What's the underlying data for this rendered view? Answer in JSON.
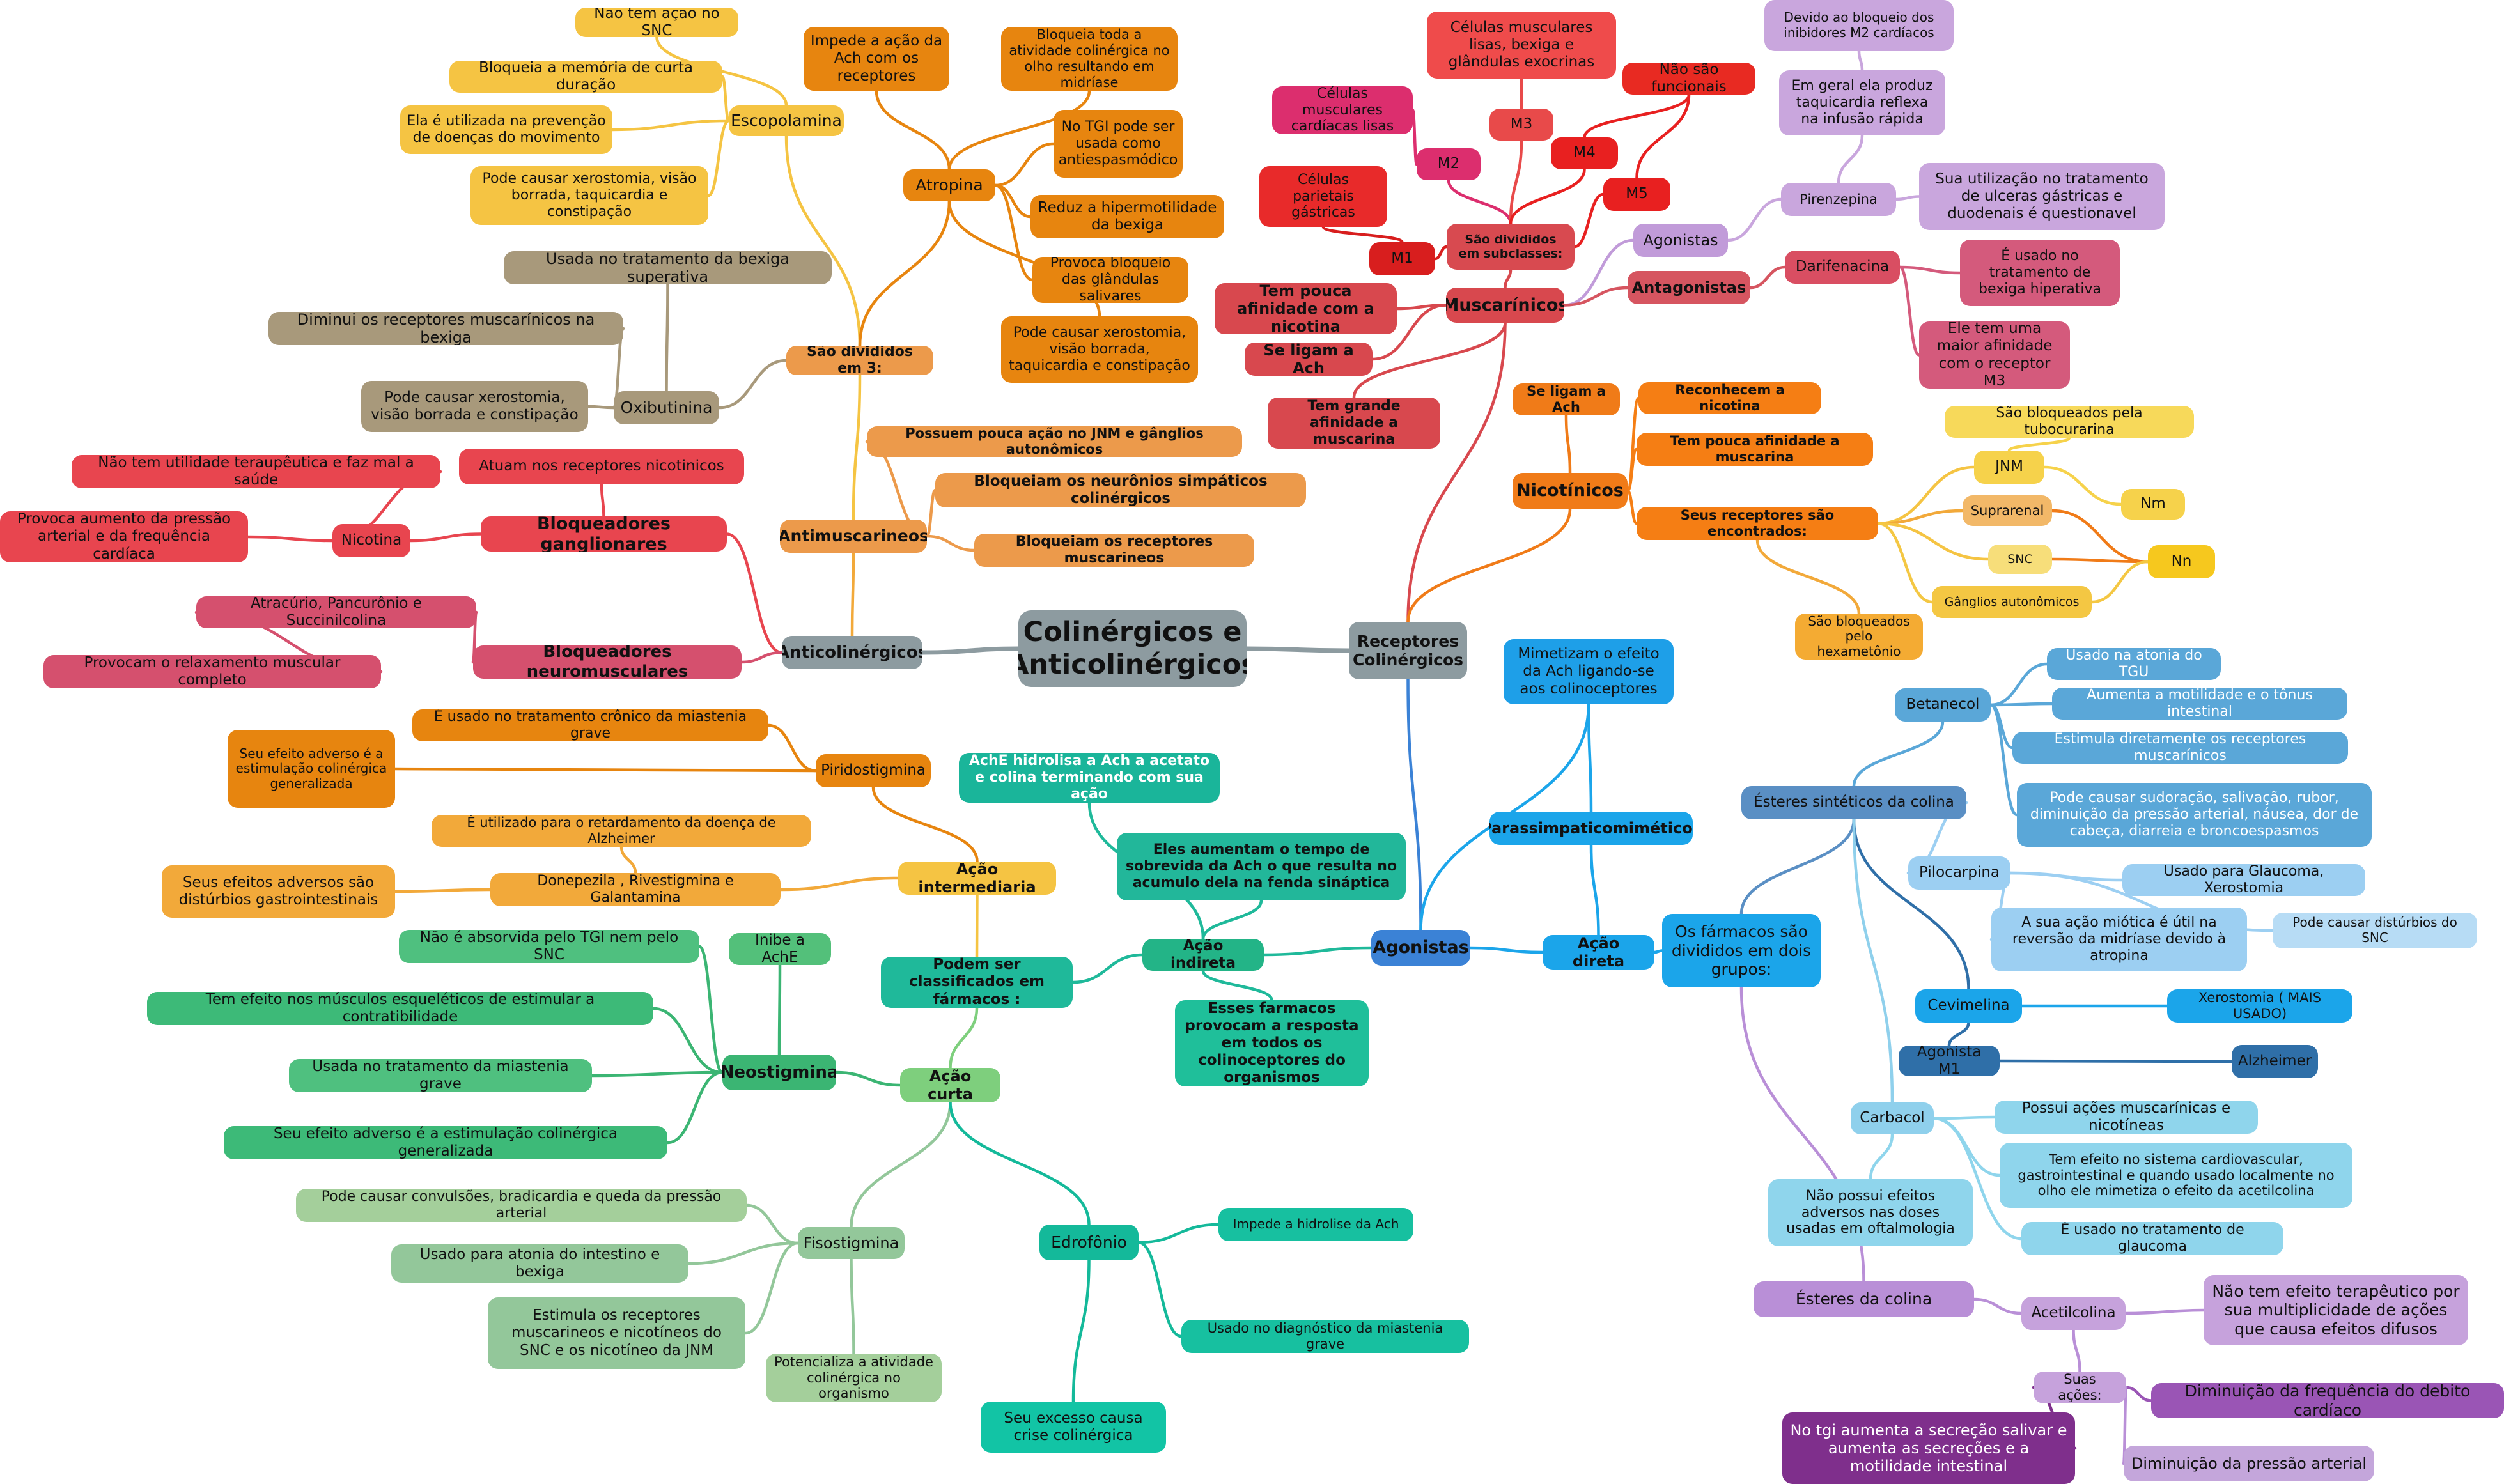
{
  "colors": {
    "root": "#8d9ba0",
    "scopolamine": "#f5c443",
    "atropine": "#e7850f",
    "oxybutynin": "#a8997b",
    "antimuscarinic": "#ec9a4b",
    "ganglionic": "#e8454f",
    "neuromuscular": "#d5506e",
    "intermediate": "#f2a93a",
    "indirect": "#1fb99a",
    "short": "#53c07a",
    "edrophonium": "#12c4a5",
    "muscarinic": "#d8484e",
    "nicotinic": "#f07b18",
    "agonists": "#1e9fe8",
    "synthetic": "#5aa7d8",
    "choline": "#b48bd6"
  },
  "nodes": {
    "root": "Colinérgicos e Anticolinérgicos",
    "anticolinergicos": "Anticolinérgicos",
    "antimuscarinicos": "Antimuscarineos",
    "bloqueadores_ganglionares": "Bloqueadores ganglionares",
    "bloqueadores_neuromusculares": "Bloqueadores neuromusculares",
    "sao_divididos_em_3": "São divididos em 3:",
    "escopolamina": "Escopolamina",
    "esc_snc": "Não tem ação no SNC",
    "esc_memoria": "Bloqueia a memória de curta duração",
    "esc_movimento": "Ela é utilizada na prevenção de doenças do movimento",
    "esc_xerostomia": "Pode causar xerostomia, visão borrada, taquicardia e constipação",
    "atropina": "Atropina",
    "atr_impede": "Impede a ação da Ach com os receptores",
    "atr_bloqueia_olho": "Bloqueia toda a atividade colinérgica no olho resultando em midríase",
    "atr_tgi": "No TGI pode ser usada como antiespasmódico",
    "atr_bexiga": "Reduz a hipermotilidade da bexiga",
    "atr_salivares": "Provoca bloqueio das glândulas salivares",
    "atr_xerostomia": "Pode causar xerostomia, visão borrada, taquicardia e constipação",
    "oxibutinina": "Oxibutinina",
    "oxi_bexiga": "Usada no tratamento da bexiga superativa",
    "oxi_diminui": "Diminui os receptores muscarínicos na bexiga",
    "oxi_xerostomia": "Pode causar xerostomia, visão borrada e constipação",
    "am_pouca_acao": "Possuem pouca ação no JNM e gânglios autonômicos",
    "am_simpaticos": "Bloqueiam os neurônios simpáticos colinérgicos",
    "am_muscarineos": "Bloqueiam os receptores muscarineos",
    "nicotina": "Nicotina",
    "nic_utilidade": "Não tem utilidade teraupêutica e faz mal a saúde",
    "nic_pressao": "Provoca aumento da pressão arterial e da frequência cardíaca",
    "bg_atuam": "Atuam nos receptores nicotinicos",
    "bn_drogas": "Atracúrio, Pancurônio e Succinilcolina",
    "bn_relaxamento": "Provocam o relaxamento muscular completo",
    "piridostigmina": "Piridostigmina",
    "pir_miastenia": "É usado no tratamento crônico da miastenia grave",
    "pir_efeito": "Seu efeito adverso é a estimulação colinérgica generalizada",
    "acao_intermediaria": "Ação intermediaria",
    "donepezila": "Donepezila , Rivestigmina e Galantamina",
    "don_alzheimer": "É utilizado para o retardamento da doença de Alzheimer",
    "don_efeitos": "Seus efeitos adversos são distúrbios gastrointestinais",
    "ache_hidrolisa": "AchE hidrolisa a Ach a acetato e colina terminando com sua ação",
    "aumentam_tempo": "Eles aumentam o tempo de sobrevida da Ach o que resulta no acumulo dela na fenda sináptica",
    "acao_indireta": "Ação indireta",
    "provocam_resposta": "Esses farmacos provocam a resposta em todos os colinoceptores do organismos",
    "classificados": "Podem ser classificados em fármacos :",
    "acao_curta": "Ação curta",
    "neostigmina": "Neostigmina",
    "neo_tgi": "Não é absorvida pelo TGI nem pelo SNC",
    "neo_ache": "Inibe a AchE",
    "neo_musculos": "Tem efeito nos músculos esqueléticos de estimular a contratibilidade",
    "neo_miastenia": "Usada no tratamento da miastenia grave",
    "neo_efeito": "Seu efeito adverso é a estimulação colinérgica generalizada",
    "fisostigmina": "Fisostigmina",
    "fis_convulsoes": "Pode causar convulsões, bradicardia e queda da pressão arterial",
    "fis_atonia": "Usado para atonia do intestino e bexiga",
    "fis_estimula": "Estimula os receptores muscarineos e nicotíneos do SNC e os nicotíneo da JNM",
    "fis_potencializa": "Potencializa a atividade colinérgica no organismo",
    "edrofonio": "Edrofônio",
    "edr_hidrolise": "Impede a hidrolise da Ach",
    "edr_diagnostico": "Usado no diagnóstico da miastenia grave",
    "edr_excesso": "Seu excesso causa crise colinérgica",
    "receptores_colinergicos": "Receptores Colinérgicos",
    "muscarinicos": "Muscarínicos",
    "subclasses": "São divididos em subclasses:",
    "m1": "M1",
    "m2": "M2",
    "m3": "M3",
    "m4": "M4",
    "m5": "M5",
    "cel_parietais": "Células parietais gástricas",
    "cel_cardiacas": "Células musculares cardíacas lisas",
    "cel_lisas": "Células musculares lisas, bexiga e glândulas exocrinas",
    "nao_funcionais": "Não são funcionais",
    "pouca_afinidade_nicotina": "Tem pouca afinidade com a nicotina",
    "ligam_ach_m": "Se ligam a Ach",
    "grande_afinidade_muscarina": "Tem grande afinidade a muscarina",
    "agonistas_m": "Agonistas",
    "antagonistas_m": "Antagonistas",
    "pirenzepina": "Pirenzepina",
    "pir_taquicardia": "Em geral ela produz taquicardia reflexa na infusão rápida",
    "pir_bloqueio": "Devido ao bloqueio dos inibidores M2 cardíacos",
    "pir_ulceras": "Sua utilização no tratamento de ulceras gástricas e duodenais é questionavel",
    "darifenacina": "Darifenacina",
    "dar_bexiga": "É usado no tratamento de bexiga hiperativa",
    "dar_afinidade": "Ele tem uma maior afinidade com o receptor M3",
    "nicotinicos": "Nicotínicos",
    "nic_ligam_ach": "Se ligam a Ach",
    "nic_reconhecem": "Reconhecem a nicotina",
    "nic_pouca_muscarina": "Tem pouca afinidade a muscarina",
    "nic_encontrados": "Seus receptores são encontrados:",
    "jnm": "JNM",
    "suprarenal": "Suprarenal",
    "snc": "SNC",
    "ganglios": "Gânglios autonômicos",
    "tubocurarina": "São bloqueados pela tubocurarina",
    "hexametonio": "São bloqueados pelo hexametônio",
    "nm": "Nm",
    "nn": "Nn",
    "agonistas": "Agonistas",
    "mimetizam": "Mimetizam o efeito da Ach ligando-se aos colinoceptores",
    "parassimpaticomimeticos": "Parassimpaticomiméticos",
    "acao_direta": "Ação direta",
    "dois_grupos": "Os fármacos são divididos em dois grupos:",
    "esteres_sinteticos": "Ésteres sintéticos da colina",
    "betanecol": "Betanecol",
    "bet_tgu": "Usado na atonia do TGU",
    "bet_motilidade": "Aumenta a motilidade e o tônus intestinal",
    "bet_estimula": "Estimula diretamente os receptores muscarínicos",
    "bet_sudoracao": "Pode causar sudoração, salivação, rubor, diminuição da pressão arterial, náusea, dor de cabeça, diarreia e broncoespasmos",
    "pilocarpina": "Pilocarpina",
    "pil_glaucoma": "Usado para Glaucoma, Xerostomia",
    "pil_miotica": "A sua ação miótica é útil na reversão da midríase devido à atropina",
    "pil_disturbios": "Pode causar distúrbios do SNC",
    "cevimelina": "Cevimelina",
    "cev_xerostomia": "Xerostomia ( MAIS USADO)",
    "agonista_m1": "Agonista M1",
    "alzheimer": "Alzheimer",
    "carbacol": "Carbacol",
    "car_acoes": "Possui ações muscarínicas e nicotíneas",
    "car_efeito": "Tem efeito no sistema cardiovascular, gastrointestinal e quando usado localmente no olho ele mimetiza o efeito da acetilcolina",
    "car_adversos": "Não possui efeitos adversos nas doses usadas em oftalmologia",
    "car_glaucoma": "É usado no tratamento de glaucoma",
    "esteres_colina": "Ésteres da colina",
    "acetilcolina": "Acetilcolina",
    "ace_efeito": "Não tem efeito terapêutico por sua multiplicidade de ações que causa efeitos difusos",
    "suas_acoes": "Suas ações:",
    "ace_frequencia": "Diminuição da frequência do debito cardíaco",
    "ace_tgi": "No tgi aumenta a secreção salivar e aumenta as secreções e a motilidade intestinal",
    "ace_pressao": "Diminuição da pressão arterial"
  }
}
